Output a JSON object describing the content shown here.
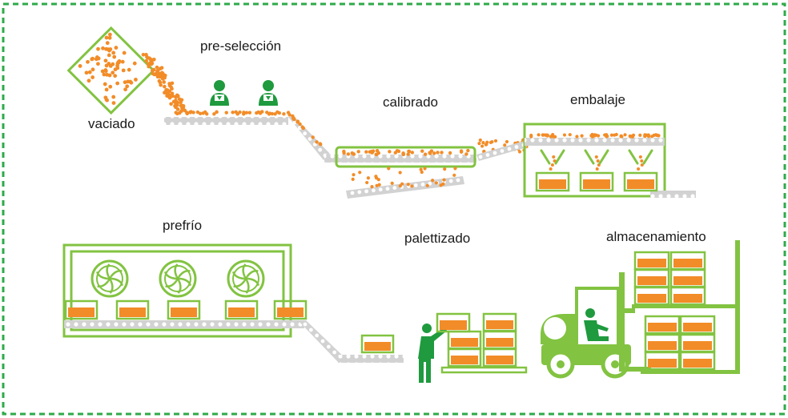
{
  "labels": {
    "vaciado": "vaciado",
    "preseleccion": "pre-selección",
    "calibrado": "calibrado",
    "embalaje": "embalaje",
    "prefrio": "prefrío",
    "palettizado": "palettizado",
    "almacenamiento": "almacenamiento"
  },
  "colors": {
    "frame": "#2eaa4a",
    "outline": "#82c341",
    "fruit": "#f28c28",
    "worker": "#1f9a3e",
    "conveyor": "#c8c8c8"
  },
  "icons": [
    "worker-icon",
    "fan-icon",
    "forklift-icon",
    "crate-icon",
    "conveyor-belt"
  ]
}
